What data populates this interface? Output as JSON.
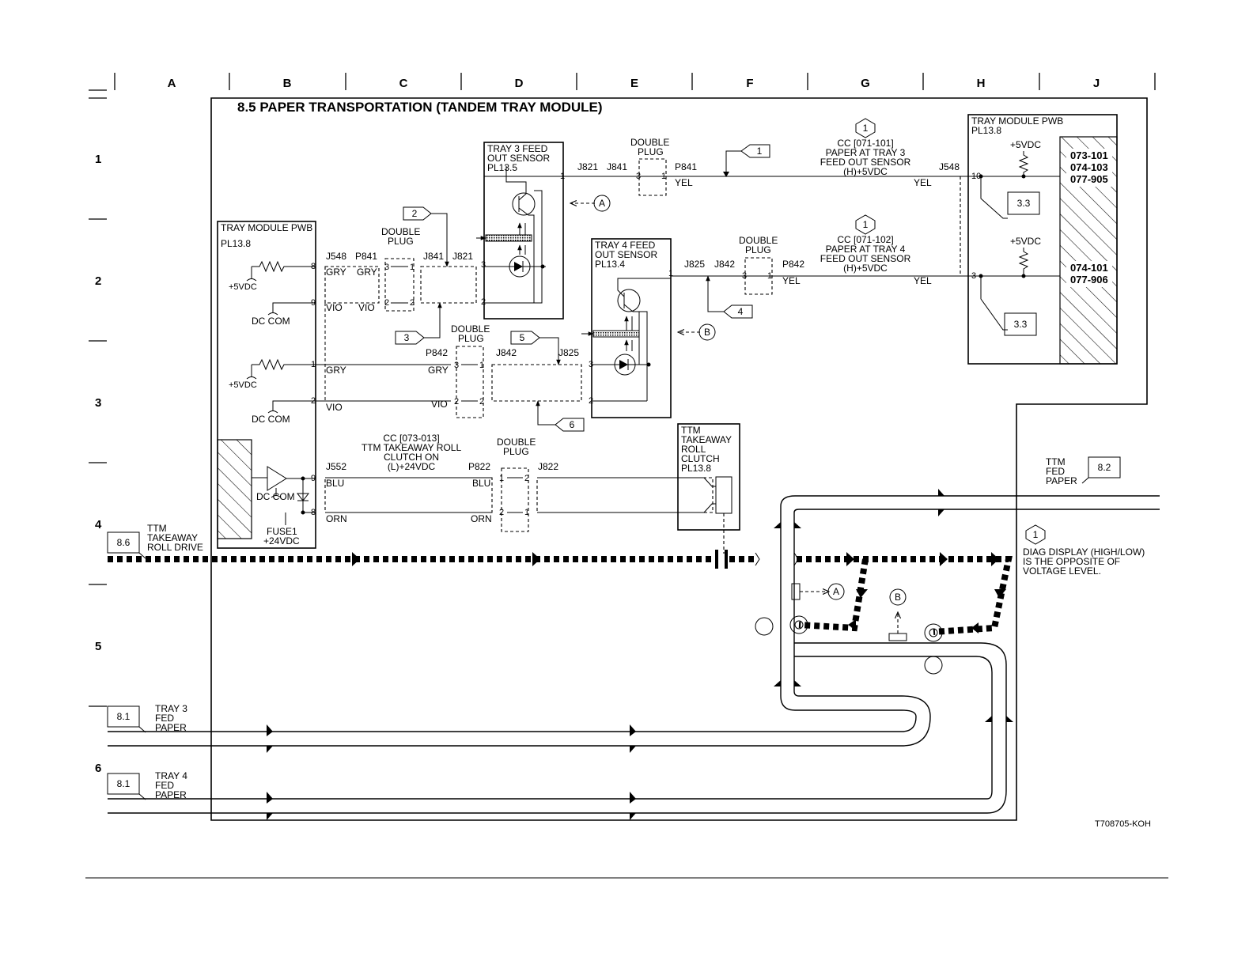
{
  "title": "8.5 PAPER TRANSPORTATION (TANDEM  TRAY MODULE)",
  "figure_id": "T708705-KOH",
  "grid": {
    "columns": [
      "A",
      "B",
      "C",
      "D",
      "E",
      "F",
      "G",
      "H",
      "J"
    ],
    "rows": [
      "1",
      "2",
      "3",
      "4",
      "5",
      "6"
    ]
  },
  "tray_module_pwb_left": {
    "title": "TRAY MODULE PWB",
    "pl": "PL13.8",
    "v5_1": "+5VDC",
    "v5_2": "+5VDC",
    "dccom_1": "DC COM",
    "dccom_2": "DC COM",
    "dccom_3": "DC COM",
    "fuse": "FUSE1",
    "v24": "+24VDC",
    "pins": [
      "8",
      "9",
      "1",
      "2",
      "9",
      "8"
    ]
  },
  "tray_module_pwb_right": {
    "title": "TRAY MODULE PWB",
    "pl": "PL13.8",
    "v5_1": "+5VDC",
    "v5_2": "+5VDC",
    "codes_1": [
      "073-101",
      "074-103",
      "077-905"
    ],
    "codes_2": [
      "074-101",
      "077-906"
    ],
    "ref_1": "3.3",
    "ref_2": "3.3",
    "pin_1": "10",
    "pin_2": "3"
  },
  "sensor_tray3": {
    "title": [
      "TRAY  3 FEED",
      "OUT SENSOR"
    ],
    "pl": "PL13.5",
    "pins": [
      "1",
      "3",
      "2"
    ],
    "tag": "A"
  },
  "sensor_tray4": {
    "title": [
      "TRAY  4 FEED",
      "OUT SENSOR"
    ],
    "pl": "PL13.4",
    "pins": [
      "1",
      "3",
      "2"
    ],
    "tag": "B"
  },
  "clutch": {
    "title": [
      "TTM",
      "TAKEAWAY",
      "ROLL",
      "CLUTCH"
    ],
    "pl": "PL13.8"
  },
  "double_plug": [
    "DOUBLE",
    "PLUG"
  ],
  "connectors": {
    "j548": "J548",
    "p841": "P841",
    "j841": "J841",
    "j821": "J821",
    "p842": "P842",
    "j842": "J842",
    "j825": "J825",
    "j552": "J552",
    "p822": "P822",
    "j822": "J822"
  },
  "wires": {
    "gry": "GRY",
    "vio": "VIO",
    "yel": "YEL",
    "blu": "BLU",
    "orn": "ORN"
  },
  "plug_pins": {
    "p3": "3",
    "p1": "1",
    "p2": "2"
  },
  "cc_tray3": [
    "CC [071-101]",
    "PAPER AT TRAY 3",
    "FEED OUT SENSOR",
    "(H)+5VDC"
  ],
  "cc_tray4": [
    "CC [071-102]",
    "PAPER AT TRAY  4",
    "FEED OUT SENSOR",
    "(H)+5VDC"
  ],
  "cc_clutch": [
    "CC [073-013]",
    "TTM TAKEAWAY ROLL",
    "CLUTCH ON",
    "(L)+24VDC"
  ],
  "callouts": [
    "1",
    "2",
    "3",
    "4",
    "5",
    "6"
  ],
  "note_marker": "1",
  "note": [
    "DIAG DISPLAY (HIGH/LOW)",
    "IS THE OPPOSITE OF",
    "VOLTAGE LEVEL."
  ],
  "links": {
    "drive": {
      "ref": "8.6",
      "label": [
        "TTM",
        "TAKEAWAY",
        "ROLL DRIVE"
      ]
    },
    "tray3": {
      "ref": "8.1",
      "label": [
        "TRAY 3",
        "FED",
        "PAPER"
      ]
    },
    "tray4": {
      "ref": "8.1",
      "label": [
        "TRAY 4",
        "FED",
        "PAPER"
      ]
    },
    "fed": {
      "ref": "8.2",
      "label": [
        "TTM",
        "FED",
        "PAPER"
      ]
    }
  },
  "path_tags": [
    "A",
    "B"
  ]
}
